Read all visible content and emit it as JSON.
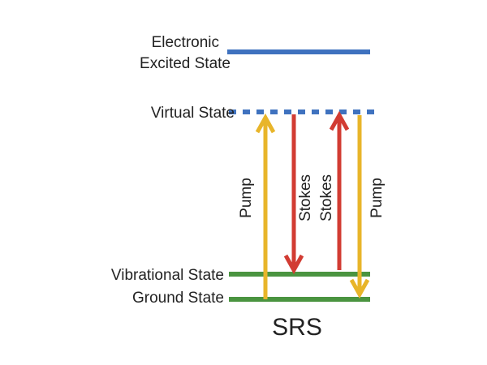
{
  "diagram": {
    "title": "SRS",
    "colors": {
      "excited": "#3f72bf",
      "virtual": "#3f72bf",
      "vibrational": "#4a9440",
      "ground": "#4a9440",
      "pump": "#e8b52a",
      "stokes": "#d23c33",
      "text": "#222222"
    },
    "levels": [
      {
        "id": "excited",
        "label_lines": [
          "Electronic",
          "Excited State"
        ],
        "style": "solid"
      },
      {
        "id": "virtual",
        "label_lines": [
          "Virtual State"
        ],
        "style": "dashed"
      },
      {
        "id": "vibrational",
        "label_lines": [
          "Vibrational State"
        ],
        "style": "solid"
      },
      {
        "id": "ground",
        "label_lines": [
          "Ground State"
        ],
        "style": "solid"
      }
    ],
    "transitions": [
      {
        "label": "Pump",
        "from": "ground",
        "to": "virtual",
        "direction": "up",
        "color": "pump"
      },
      {
        "label": "Stokes",
        "from": "virtual",
        "to": "vibrational",
        "direction": "down",
        "color": "stokes"
      },
      {
        "label": "Stokes",
        "from": "vibrational",
        "to": "virtual",
        "direction": "up",
        "color": "stokes"
      },
      {
        "label": "Pump",
        "from": "virtual",
        "to": "ground",
        "direction": "down",
        "color": "pump"
      }
    ]
  }
}
